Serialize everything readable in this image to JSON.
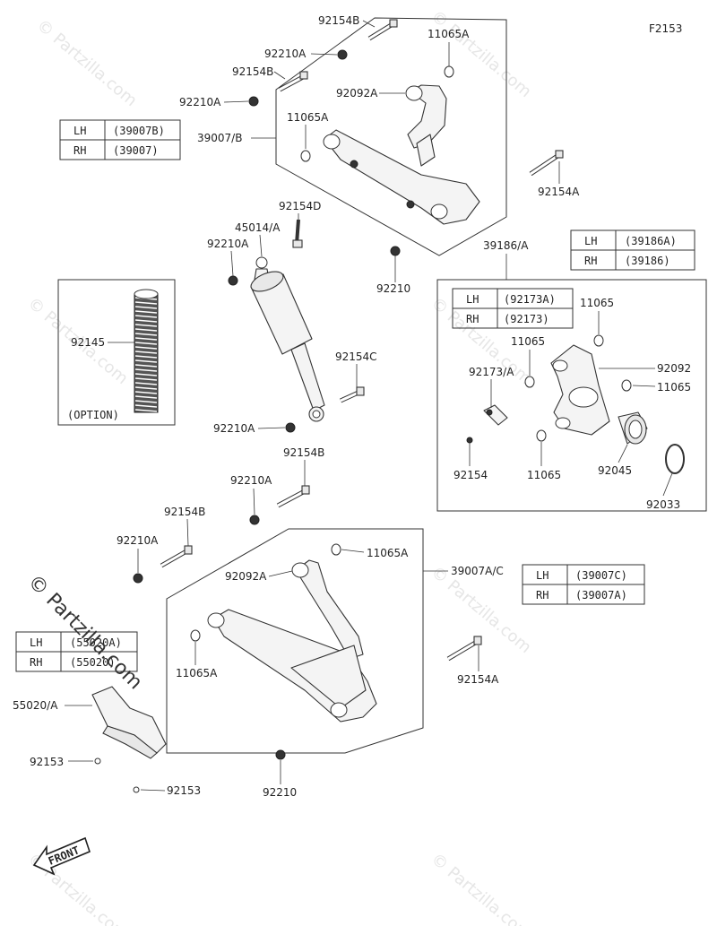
{
  "figure_code": "F2153",
  "watermark": "© Partzilla.com",
  "callouts": {
    "p92154B_top": "92154B",
    "p92210A_1": "92210A",
    "p11065A_1": "11065A",
    "p92154B_2": "92154B",
    "p92092A_1": "92092A",
    "p92210A_2": "92210A",
    "p11065A_2": "11065A",
    "p39007B": "39007/B",
    "p92154A_1": "92154A",
    "p92154D": "92154D",
    "p45014A": "45014/A",
    "p92210A_3": "92210A",
    "p92210_1": "92210",
    "p39186A": "39186/A",
    "p92145": "92145",
    "option": "(OPTION)",
    "p92154C": "92154C",
    "p92210A_4": "92210A",
    "p11065_1": "11065",
    "p11065_2": "11065",
    "p92173A": "92173/A",
    "p92092": "92092",
    "p11065_3": "11065",
    "p92154": "92154",
    "p11065_4": "11065",
    "p92045": "92045",
    "p92033": "92033",
    "p92154B_3": "92154B",
    "p92210A_5": "92210A",
    "p92154B_4": "92154B",
    "p92210A_6": "92210A",
    "p92092A_2": "92092A",
    "p11065A_3": "11065A",
    "p39007AC": "39007A/C",
    "p11065A_4": "11065A",
    "p92154A_2": "92154A",
    "p55020A": "55020/A",
    "p92153_1": "92153",
    "p92153_2": "92153",
    "p92210_2": "92210",
    "front": "FRONT"
  },
  "tables": {
    "upper_arm": [
      {
        "side": "LH",
        "part": "(39007B)"
      },
      {
        "side": "RH",
        "part": "(39007)"
      }
    ],
    "knuckle": [
      {
        "side": "LH",
        "part": "(39186A)"
      },
      {
        "side": "RH",
        "part": "(39186)"
      }
    ],
    "bracket": [
      {
        "side": "LH",
        "part": "(92173A)"
      },
      {
        "side": "RH",
        "part": "(92173)"
      }
    ],
    "lower_arm": [
      {
        "side": "LH",
        "part": "(39007C)"
      },
      {
        "side": "RH",
        "part": "(39007A)"
      }
    ],
    "guard": [
      {
        "side": "LH",
        "part": "(55020A)"
      },
      {
        "side": "RH",
        "part": "(55020)"
      }
    ]
  }
}
